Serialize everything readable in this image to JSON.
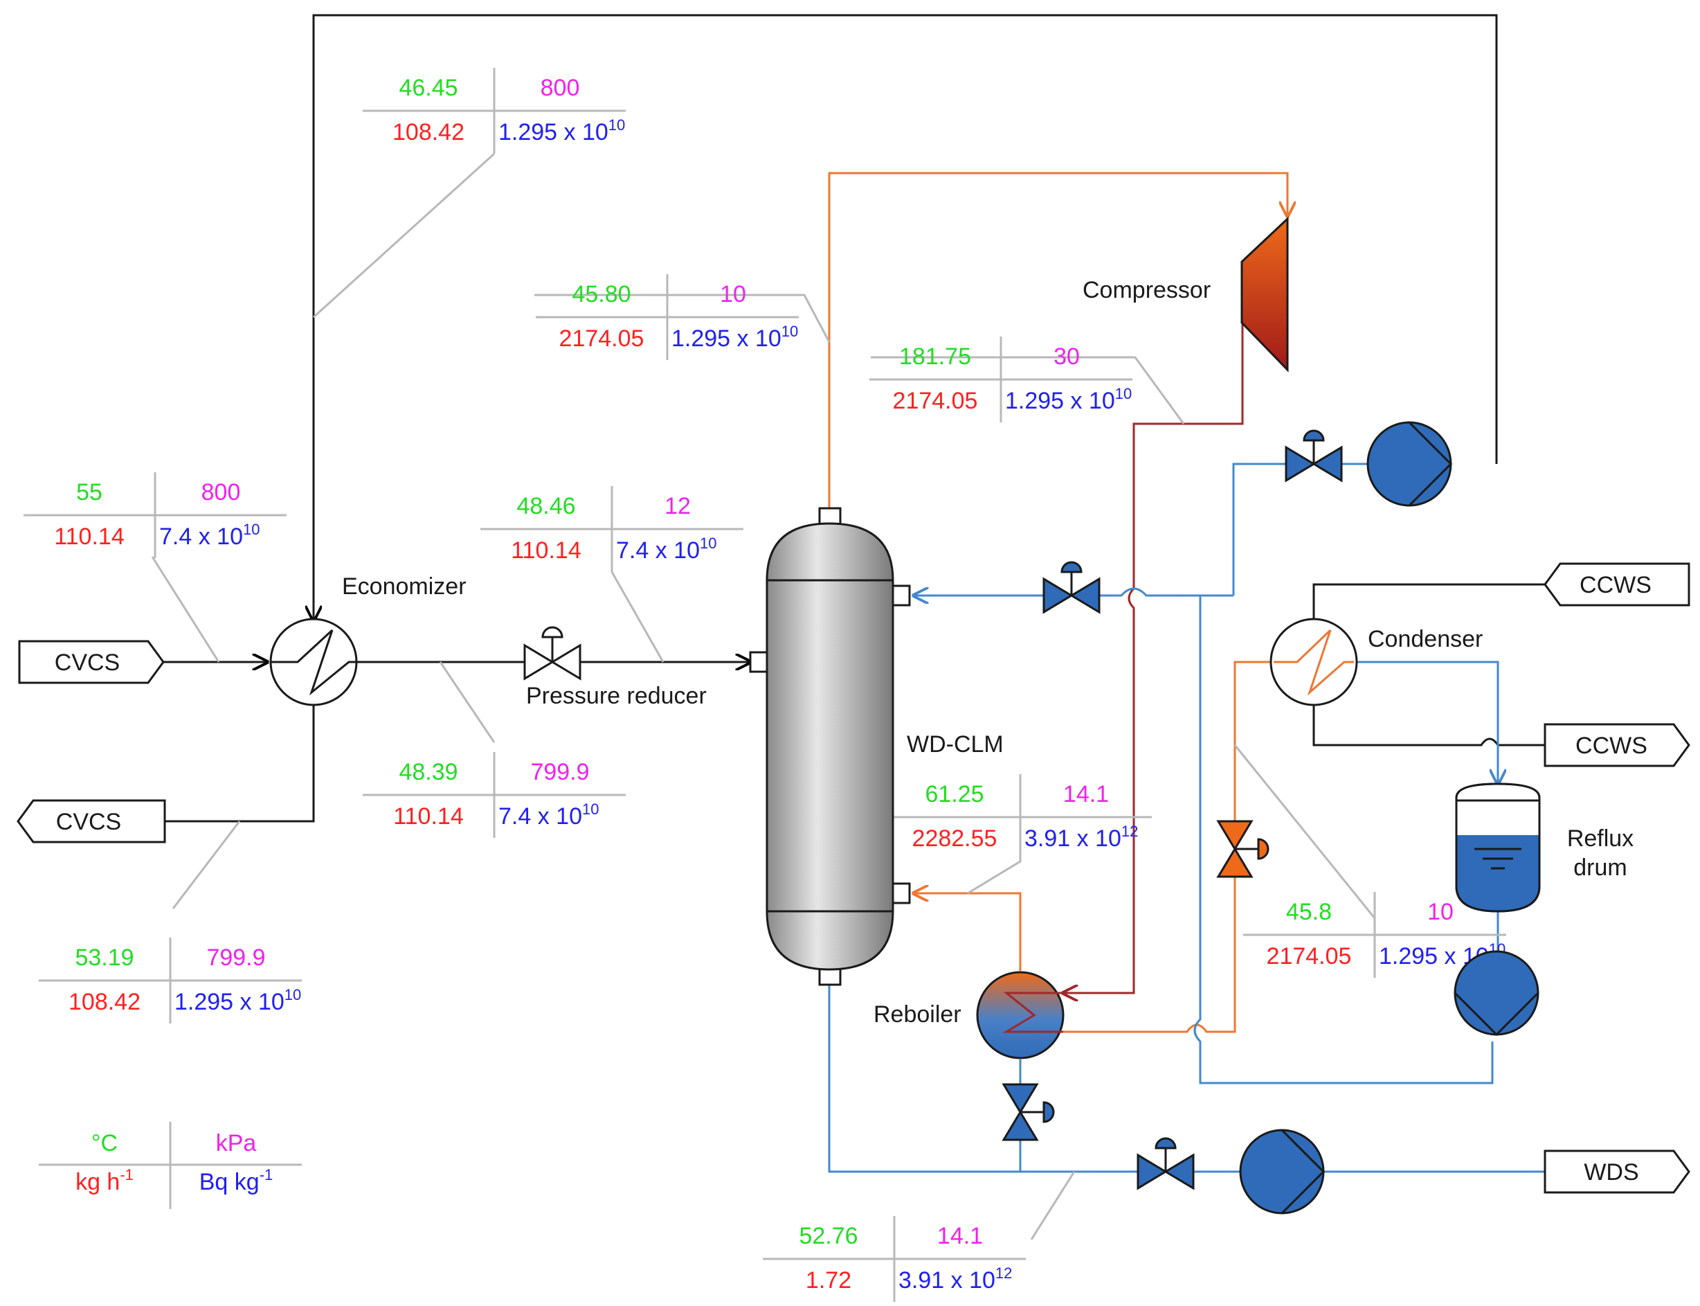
{
  "labels": {
    "economizer": "Economizer",
    "pressure_reducer": "Pressure reducer",
    "compressor": "Compressor",
    "wdclm": "WD-CLM",
    "condenser": "Condenser",
    "reboiler": "Reboiler",
    "reflux_1": "Reflux",
    "reflux_2": "drum"
  },
  "terminals": {
    "cvcs_in": "CVCS",
    "cvcs_out": "CVCS",
    "ccws_supply": "CCWS",
    "ccws_return": "CCWS",
    "wds": "WDS"
  },
  "colors": {
    "temperature": "#22dd22",
    "pressure": "#ee22ee",
    "flow": "#ff2020",
    "activity": "#2020ee",
    "steam": "#ee7733",
    "water": "#4488cc",
    "vapor": "#a0282a",
    "process": "#000000"
  },
  "legend": {
    "t_unit": "°C",
    "p_unit": "kPa",
    "flow_base": "kg h",
    "flow_exp": "-1",
    "act_base": "Bq kg",
    "act_exp": "-1"
  },
  "streams": {
    "s1": {
      "t": "46.45",
      "p": "800",
      "flow": "108.42",
      "act_base": "1.295 x 10",
      "act_exp": "10"
    },
    "s2": {
      "t": "45.80",
      "p": "10",
      "flow": "2174.05",
      "act_base": "1.295 x 10",
      "act_exp": "10"
    },
    "s3": {
      "t": "181.75",
      "p": "30",
      "flow": "2174.05",
      "act_base": "1.295 x 10",
      "act_exp": "10"
    },
    "s4": {
      "t": "55",
      "p": "800",
      "flow": "110.14",
      "act_base": "7.4 x 10",
      "act_exp": "10"
    },
    "s5": {
      "t": "48.46",
      "p": "12",
      "flow": "110.14",
      "act_base": "7.4 x 10",
      "act_exp": "10"
    },
    "s6": {
      "t": "48.39",
      "p": "799.9",
      "flow": "110.14",
      "act_base": "7.4 x 10",
      "act_exp": "10"
    },
    "s7": {
      "t": "61.25",
      "p": "14.1",
      "flow": "2282.55",
      "act_base": "3.91 x 10",
      "act_exp": "12"
    },
    "s8": {
      "t": "53.19",
      "p": "799.9",
      "flow": "108.42",
      "act_base": "1.295 x 10",
      "act_exp": "10"
    },
    "s9": {
      "t": "45.8",
      "p": "10",
      "flow": "2174.05",
      "act_base": "1.295 x 10",
      "act_exp": "10"
    },
    "s10": {
      "t": "52.76",
      "p": "14.1",
      "flow": "1.72",
      "act_base": "3.91 x 10",
      "act_exp": "12"
    }
  }
}
